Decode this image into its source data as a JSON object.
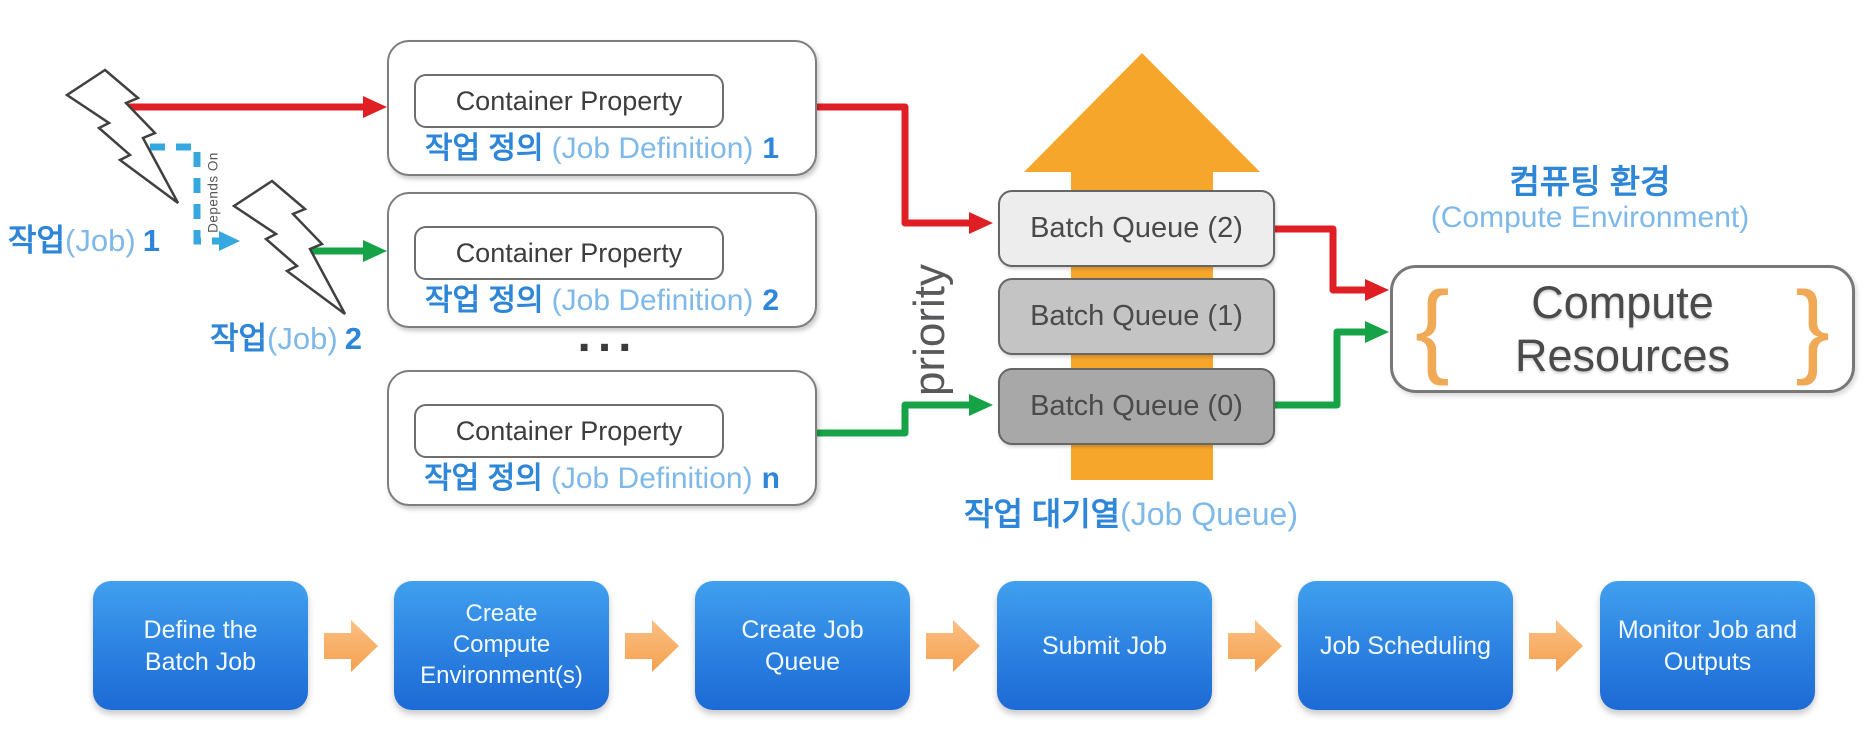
{
  "colors": {
    "accent_blue_bold": "#2E86D8",
    "accent_blue_light": "#7FB9EA",
    "dashed_blue": "#35A8DF",
    "arrow_red": "#E01F24",
    "arrow_green": "#16A348",
    "arrow_orange": "#F5A62B",
    "chevron_orange": "#F8AE62",
    "queue_fill_high": "#EDEDED",
    "queue_fill_mid": "#C4C4C4",
    "queue_fill_low": "#A8A8A8",
    "step_blue_top": "#40A0EE",
    "step_blue_bottom": "#1D6AD6",
    "brace_orange": "#F0A955"
  },
  "jobs": {
    "job1": {
      "ko": "작업",
      "en": "(Job)",
      "num": "1"
    },
    "job2": {
      "ko": "작업",
      "en": "(Job)",
      "num": "2"
    },
    "depends_on": "Depends On"
  },
  "job_definitions": {
    "container_label": "Container Property",
    "ko": "작업 정의",
    "en": "(Job Definition)",
    "items": [
      {
        "num": "1"
      },
      {
        "num": "2"
      },
      {
        "num": "n"
      }
    ],
    "ellipsis": "..."
  },
  "queues": {
    "priority_label": "priority",
    "items": [
      {
        "label": "Batch Queue (2)"
      },
      {
        "label": "Batch Queue (1)"
      },
      {
        "label": "Batch Queue (0)"
      }
    ],
    "caption_ko": "작업 대기열",
    "caption_en": "(Job Queue)"
  },
  "compute": {
    "caption_ko": "컴퓨팅 환경",
    "caption_en": "(Compute Environment)",
    "brace_left": "{",
    "brace_right": "}",
    "label": "Compute Resources"
  },
  "workflow": {
    "steps": [
      {
        "label": "Define the Batch Job"
      },
      {
        "label": "Create Compute Environment(s)"
      },
      {
        "label": "Create Job Queue"
      },
      {
        "label": "Submit Job"
      },
      {
        "label": "Job Scheduling"
      },
      {
        "label": "Monitor Job and Outputs"
      }
    ]
  }
}
